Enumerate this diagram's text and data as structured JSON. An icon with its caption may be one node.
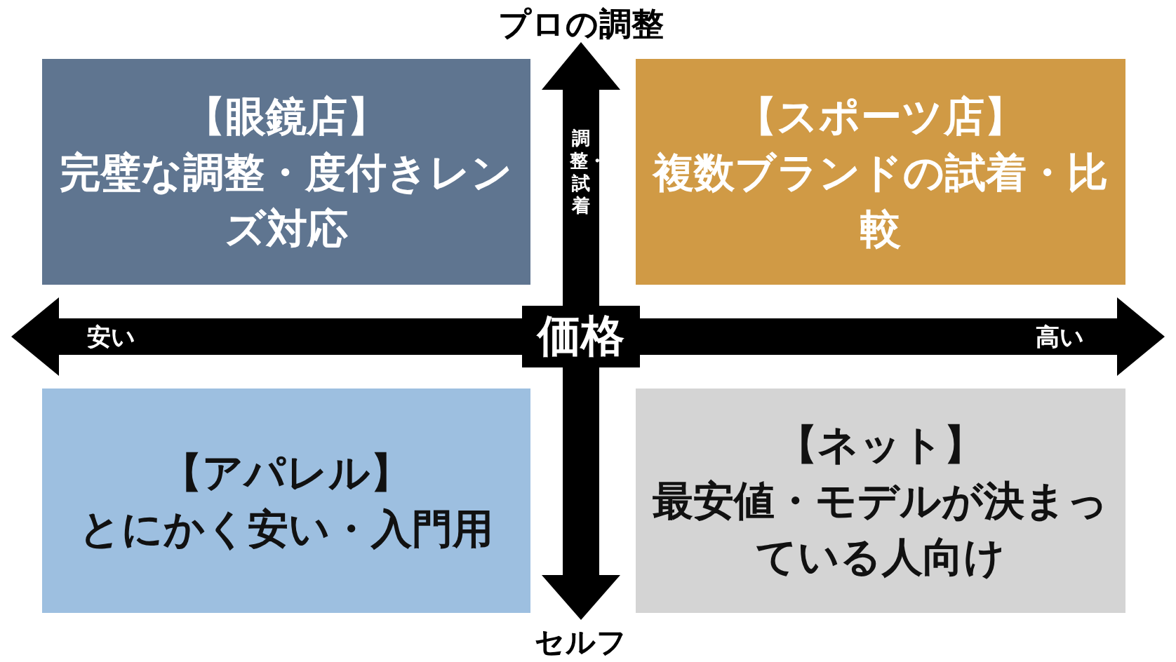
{
  "diagram": {
    "nodes": [
      {
        "text": [
          "【眼鏡店】",
          "完璧な調整・度付きレンズ対応"
        ]
      },
      {
        "text": [
          "【スポーツ店】",
          "複数ブランドの試着・比較"
        ]
      },
      {
        "text": [
          "【アパレル】",
          "とにかく安い・入門用"
        ]
      },
      {
        "text": [
          "【ネット】",
          "最安値・モデルが決まっている人向け"
        ]
      }
    ],
    "labels": [
      "プロの調整",
      "調整・試着",
      "安い",
      "価格",
      "高い",
      "セルフ"
    ]
  }
}
